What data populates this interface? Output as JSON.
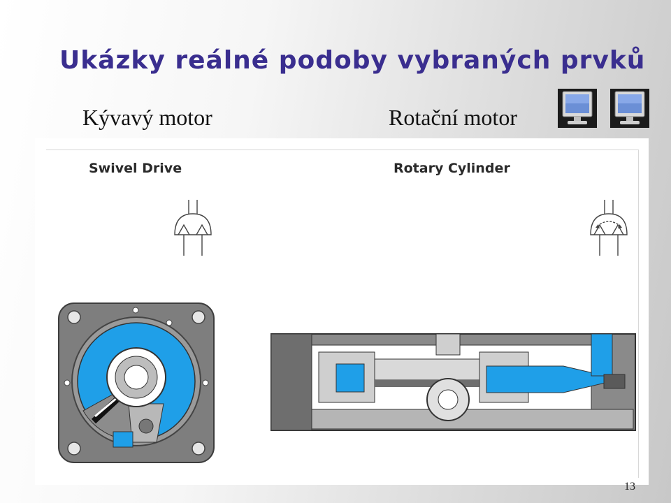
{
  "slide": {
    "title": "Ukázky reálné podoby vybraných prvků",
    "left_subtitle": "Kývavý motor",
    "right_subtitle": "Rotační motor",
    "page_number": "13"
  },
  "figure": {
    "left_label": "Swivel Drive",
    "right_label": "Rotary Cylinder"
  },
  "icons": [
    "monitor-icon",
    "monitor-icon"
  ],
  "colors": {
    "title": "#3a2e8f",
    "fluid_blue": "#1f9fe8",
    "housing_gray": "#8a8a8a"
  }
}
